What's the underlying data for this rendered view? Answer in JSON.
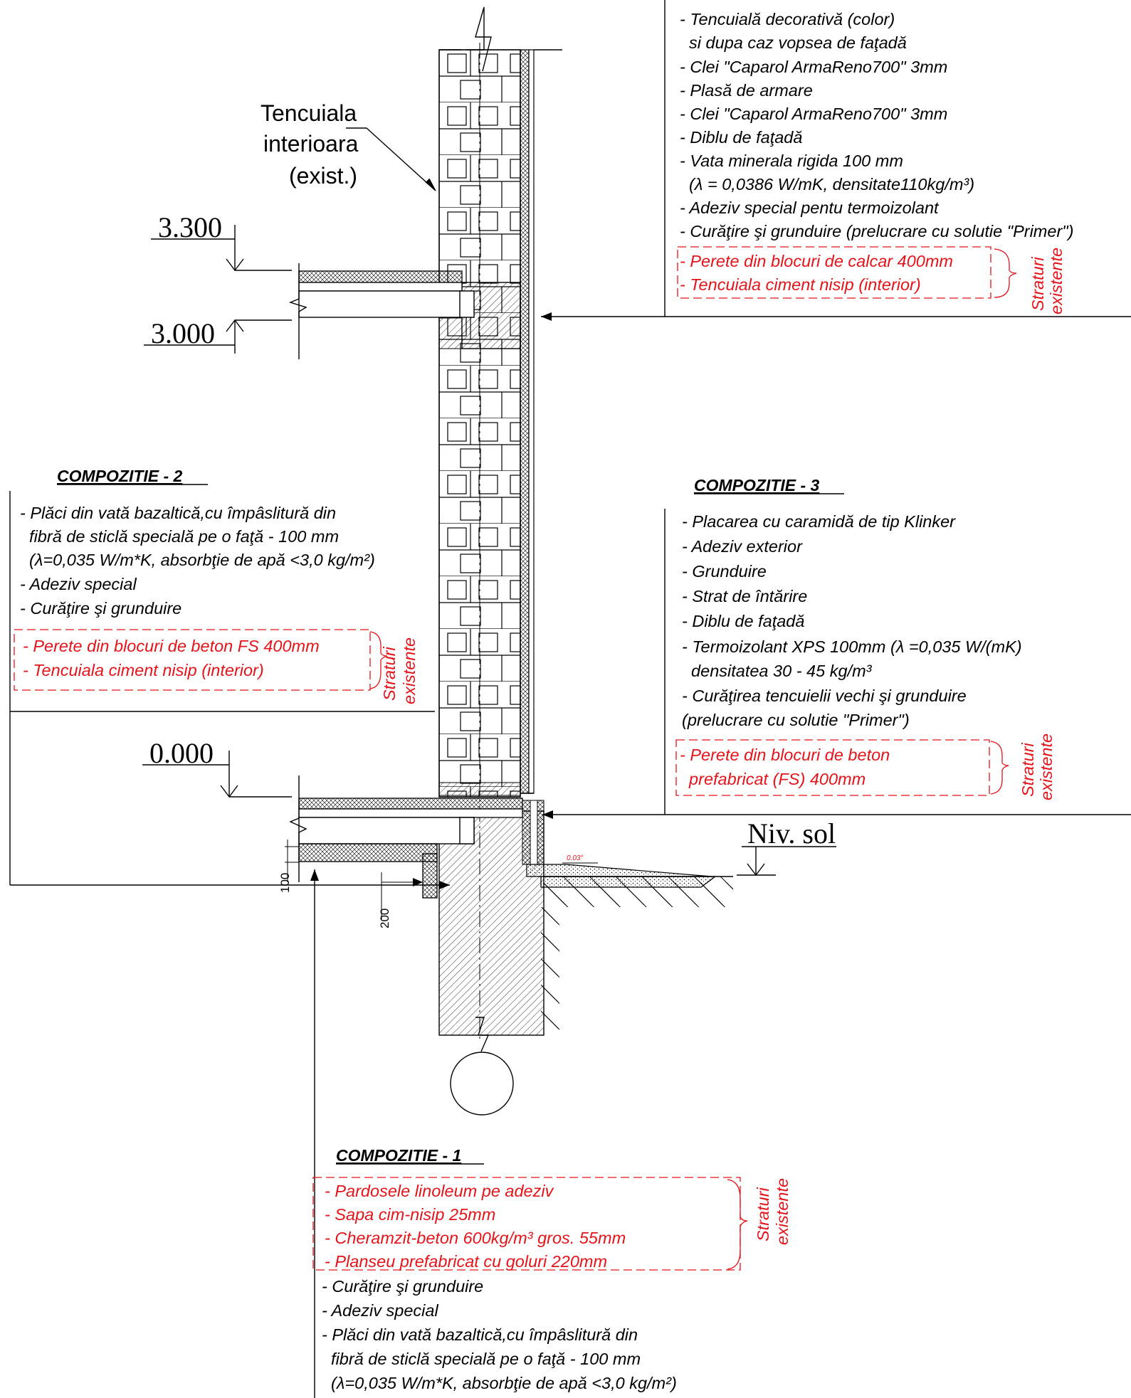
{
  "colors": {
    "ink": "#000000",
    "existing_layers": "#e4141b",
    "background": "#ffffff"
  },
  "levels": {
    "top": "3.300",
    "slab": "3.000",
    "ground_floor": "0.000",
    "ground": "Niv. sol"
  },
  "callout": {
    "line1": "Tencuiala",
    "line2": "interioara",
    "line3": "(exist.)"
  },
  "dimensions": {
    "d100": "100",
    "d200": "200",
    "slope": "0.03°"
  },
  "existing_label": {
    "line1": "Straturi",
    "line2": "existente"
  },
  "top_notes": {
    "layers": [
      "- Tencuială decorativă (color)",
      "  si dupa caz vopsea de faţadă",
      "- Clei \"Caparol ArmaReno700\" 3mm",
      "- Plasă de armare",
      "- Clei \"Caparol ArmaReno700\"  3mm",
      "- Diblu de faţadă",
      "- Vata minerala rigida 100 mm",
      "  (λ = 0,0386 W/mK, densitate110kg/m³)",
      "- Adeziv special pentu termoizolant",
      "- Curăţire şi grunduire (prelucrare cu solutie \"Primer\")"
    ],
    "existing": [
      "- Perete din blocuri de calcar 400mm",
      "- Tencuiala ciment nisip (interior)"
    ]
  },
  "comp2": {
    "title": "COMPOZITIE - 2",
    "layers": [
      "- Plăci din vată bazaltică,cu împâslitură din",
      "  fibră de sticlă specială pe o faţă - 100 mm",
      "  (λ=0,035 W/m*K, absorbţie de apă <3,0 kg/m²)",
      "- Adeziv special",
      "- Curăţire şi grunduire"
    ],
    "existing": [
      "- Perete din blocuri de beton FS 400mm",
      "- Tencuiala ciment nisip (interior)"
    ]
  },
  "comp3": {
    "title": "COMPOZITIE - 3",
    "layers": [
      "- Placarea cu caramidă de tip Klinker",
      "- Adeziv exterior",
      "- Grunduire",
      "- Strat de întărire",
      "- Diblu de faţadă",
      "- Termoizolant XPS 100mm (λ =0,035 W/(mK)",
      "  densitatea 30 - 45 kg/m³",
      "- Curăţirea tencuielii vechi şi grunduire",
      "(prelucrare cu solutie \"Primer\")"
    ],
    "existing": [
      "- Perete din blocuri de beton",
      "  prefabricat (FS) 400mm"
    ]
  },
  "comp1": {
    "title": "COMPOZITIE - 1",
    "existing": [
      "- Pardosele linoleum pe adeziv",
      "- Sapa cim-nisip 25mm",
      "- Cheramzit-beton  600kg/m³ gros. 55mm",
      "- Planseu prefabricat cu goluri 220mm"
    ],
    "layers": [
      "- Curăţire şi grunduire",
      "- Adeziv special",
      "- Plăci din vată bazaltică,cu împâslitură din",
      "  fibră de sticlă specială pe o faţă - 100 mm",
      "  (λ=0,035 W/m*K, absorbţie de apă <3,0 kg/m²)"
    ]
  }
}
